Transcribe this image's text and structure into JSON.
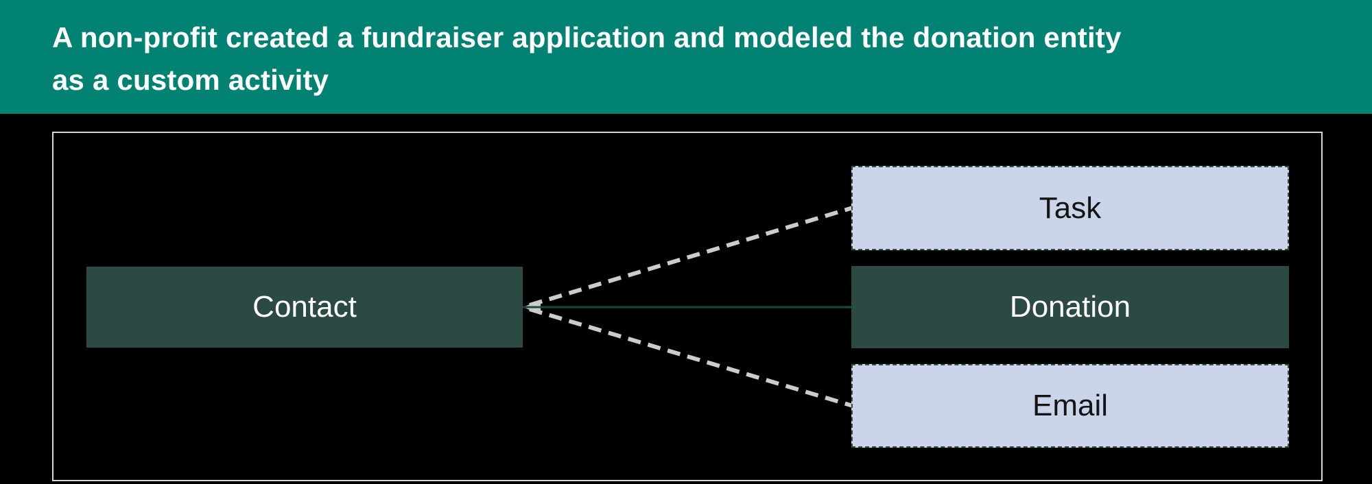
{
  "slide": {
    "title_lines": [
      "A non-profit created a fundraiser application and modeled the donation entity",
      "as a custom activity"
    ]
  },
  "diagram": {
    "contact": {
      "label": "Contact"
    },
    "task": {
      "label": "Task"
    },
    "donation": {
      "label": "Donation"
    },
    "email": {
      "label": "Email"
    }
  },
  "colors": {
    "banner_bg": "#028273",
    "banner_text": "#ffffff",
    "frame_border": "#d6d6d6",
    "dark_box": "#2a4a43",
    "dark_box_text": "#ffffff",
    "light_box": "#cad5ea",
    "light_box_text": "#141414",
    "light_box_border": "#2e4f47",
    "connector_dash": "#cccccc",
    "connector_solid": "#1b4a41",
    "background": "#000000"
  }
}
